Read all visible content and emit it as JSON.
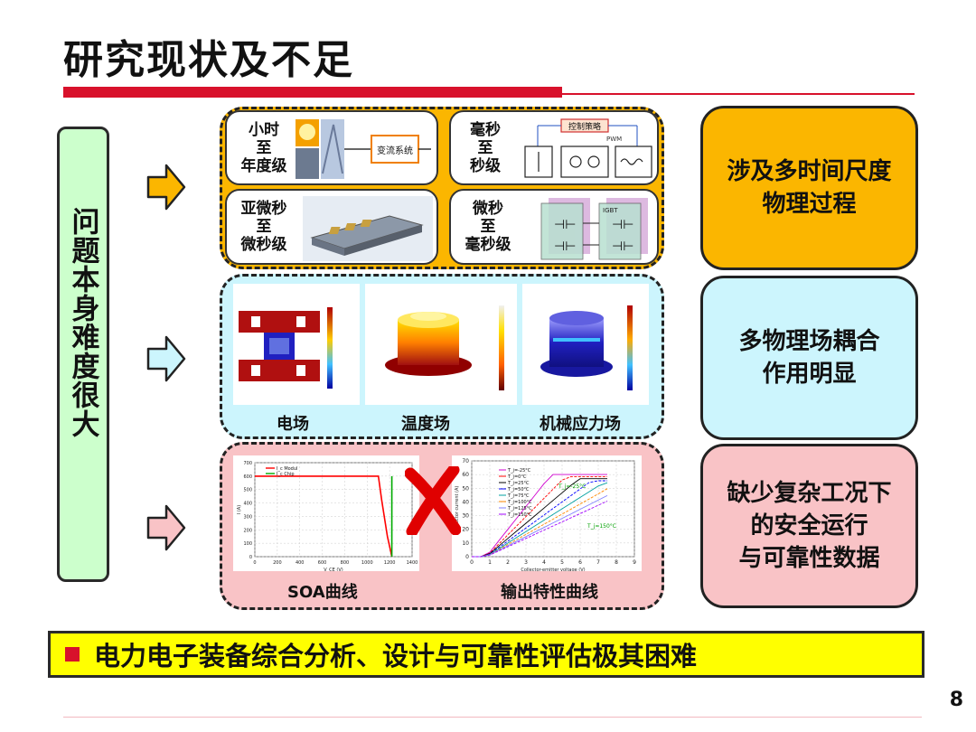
{
  "title": "研究现状及不足",
  "left_banner": "问题本身难度很大",
  "row1": {
    "tiles": [
      {
        "label_lines": [
          "小时",
          "至",
          "年度级"
        ],
        "inner_box": "变流系统"
      },
      {
        "label_lines": [
          "毫秒",
          "至",
          "秒级"
        ],
        "inner_box": "控制策略",
        "pwm": "PWM"
      },
      {
        "label_lines": [
          "亚微秒",
          "至",
          "微秒级"
        ]
      },
      {
        "label_lines": [
          "微秒",
          "至",
          "毫秒级"
        ],
        "tag": "IGBT"
      }
    ],
    "right_text": [
      "涉及多时间尺度",
      "物理过程"
    ]
  },
  "row2": {
    "captions": [
      "电场",
      "温度场",
      "机械应力场"
    ],
    "right_text": [
      "多物理场耦合",
      "作用明显"
    ]
  },
  "row3": {
    "captions": [
      "SOA曲线",
      "输出特性曲线"
    ],
    "right_text": [
      "缺少复杂工况下",
      "的安全运行",
      "与可靠性数据"
    ]
  },
  "chart_data": [
    {
      "type": "line",
      "title": "SOA",
      "xlabel": "V_CE (V)",
      "ylabel": "I (A)",
      "x_ticks": [
        "0",
        "200",
        "400",
        "600",
        "800",
        "1000",
        "1200",
        "1400"
      ],
      "y_ticks": [
        "0",
        "100",
        "200",
        "300",
        "400",
        "500",
        "600",
        "700"
      ],
      "xlim": [
        0,
        1400
      ],
      "ylim": [
        0,
        700
      ],
      "series": [
        {
          "name": "I_c Modul",
          "x": [
            0,
            1100,
            1130,
            1180,
            1220
          ],
          "y": [
            600,
            600,
            420,
            150,
            0
          ],
          "color": "#ff0000"
        },
        {
          "name": "I_c Chip",
          "x": [
            1220,
            1220,
            1220
          ],
          "y": [
            600,
            300,
            0
          ],
          "color": "#00aa00"
        }
      ]
    },
    {
      "type": "line",
      "xlabel": "Collector-emitter voltage (V)",
      "ylabel": "Collector current (A)",
      "x_ticks": [
        "0",
        "1",
        "2",
        "3",
        "4",
        "5",
        "6",
        "7",
        "8",
        "9"
      ],
      "y_ticks": [
        "0",
        "10",
        "20",
        "30",
        "40",
        "50",
        "60",
        "70"
      ],
      "xlim": [
        0,
        9
      ],
      "ylim": [
        0,
        70
      ],
      "legend": [
        "T_j=-25°C",
        "T_j=0°C",
        "T_j=25°C",
        "T_j=50°C",
        "T_j=75°C",
        "T_j=100°C",
        "T_j=125°C",
        "T_j=150°C"
      ],
      "annotations": [
        "T_j=-25°C",
        "T_j=150°C"
      ],
      "colors": [
        "#d000d0",
        "#ff0000",
        "#000000",
        "#0000ff",
        "#00a0a0",
        "#ff8800",
        "#8080ff",
        "#a000ff"
      ]
    }
  ],
  "bottom_text": "电力电子装备综合分析、设计与可靠性评估极其困难",
  "page_number": "8",
  "colors": {
    "accent_red": "#d8112b",
    "orange": "#fbb600",
    "cyan": "#ccf5fd",
    "pink": "#f9c3c6",
    "green": "#ccffcc",
    "yellow": "#ffff00"
  }
}
